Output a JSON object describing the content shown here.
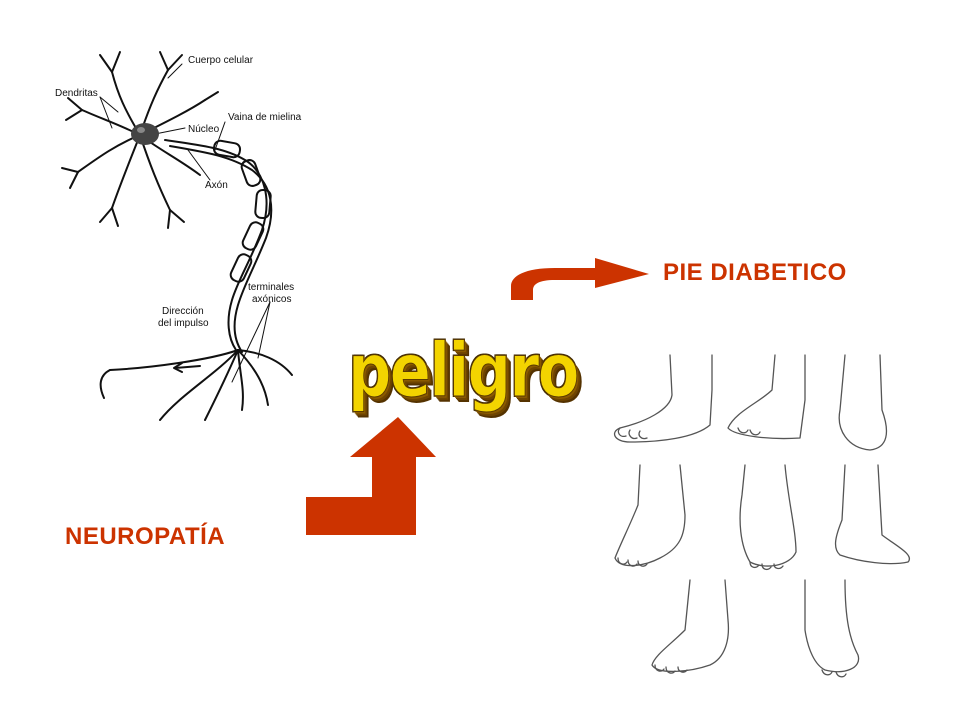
{
  "neuron": {
    "labels": {
      "cuerpo_celular": "Cuerpo celular",
      "dendritas": "Dendritas",
      "vaina": "Vaina de mielina",
      "nucleo": "Núcleo",
      "axon": "Axón",
      "terminales_1": "terminales",
      "terminales_2": "axónicos",
      "direccion_1": "Dirección",
      "direccion_2": "del impulso"
    }
  },
  "labels": {
    "neuropatia": "NEUROPATÍA",
    "pie_diabetico": "PIE DIABETICO",
    "peligro": "peligro"
  },
  "colors": {
    "accent": "#cc3300",
    "peligro_fill": "#f3d400",
    "peligro_shadow": "#6e4400"
  }
}
